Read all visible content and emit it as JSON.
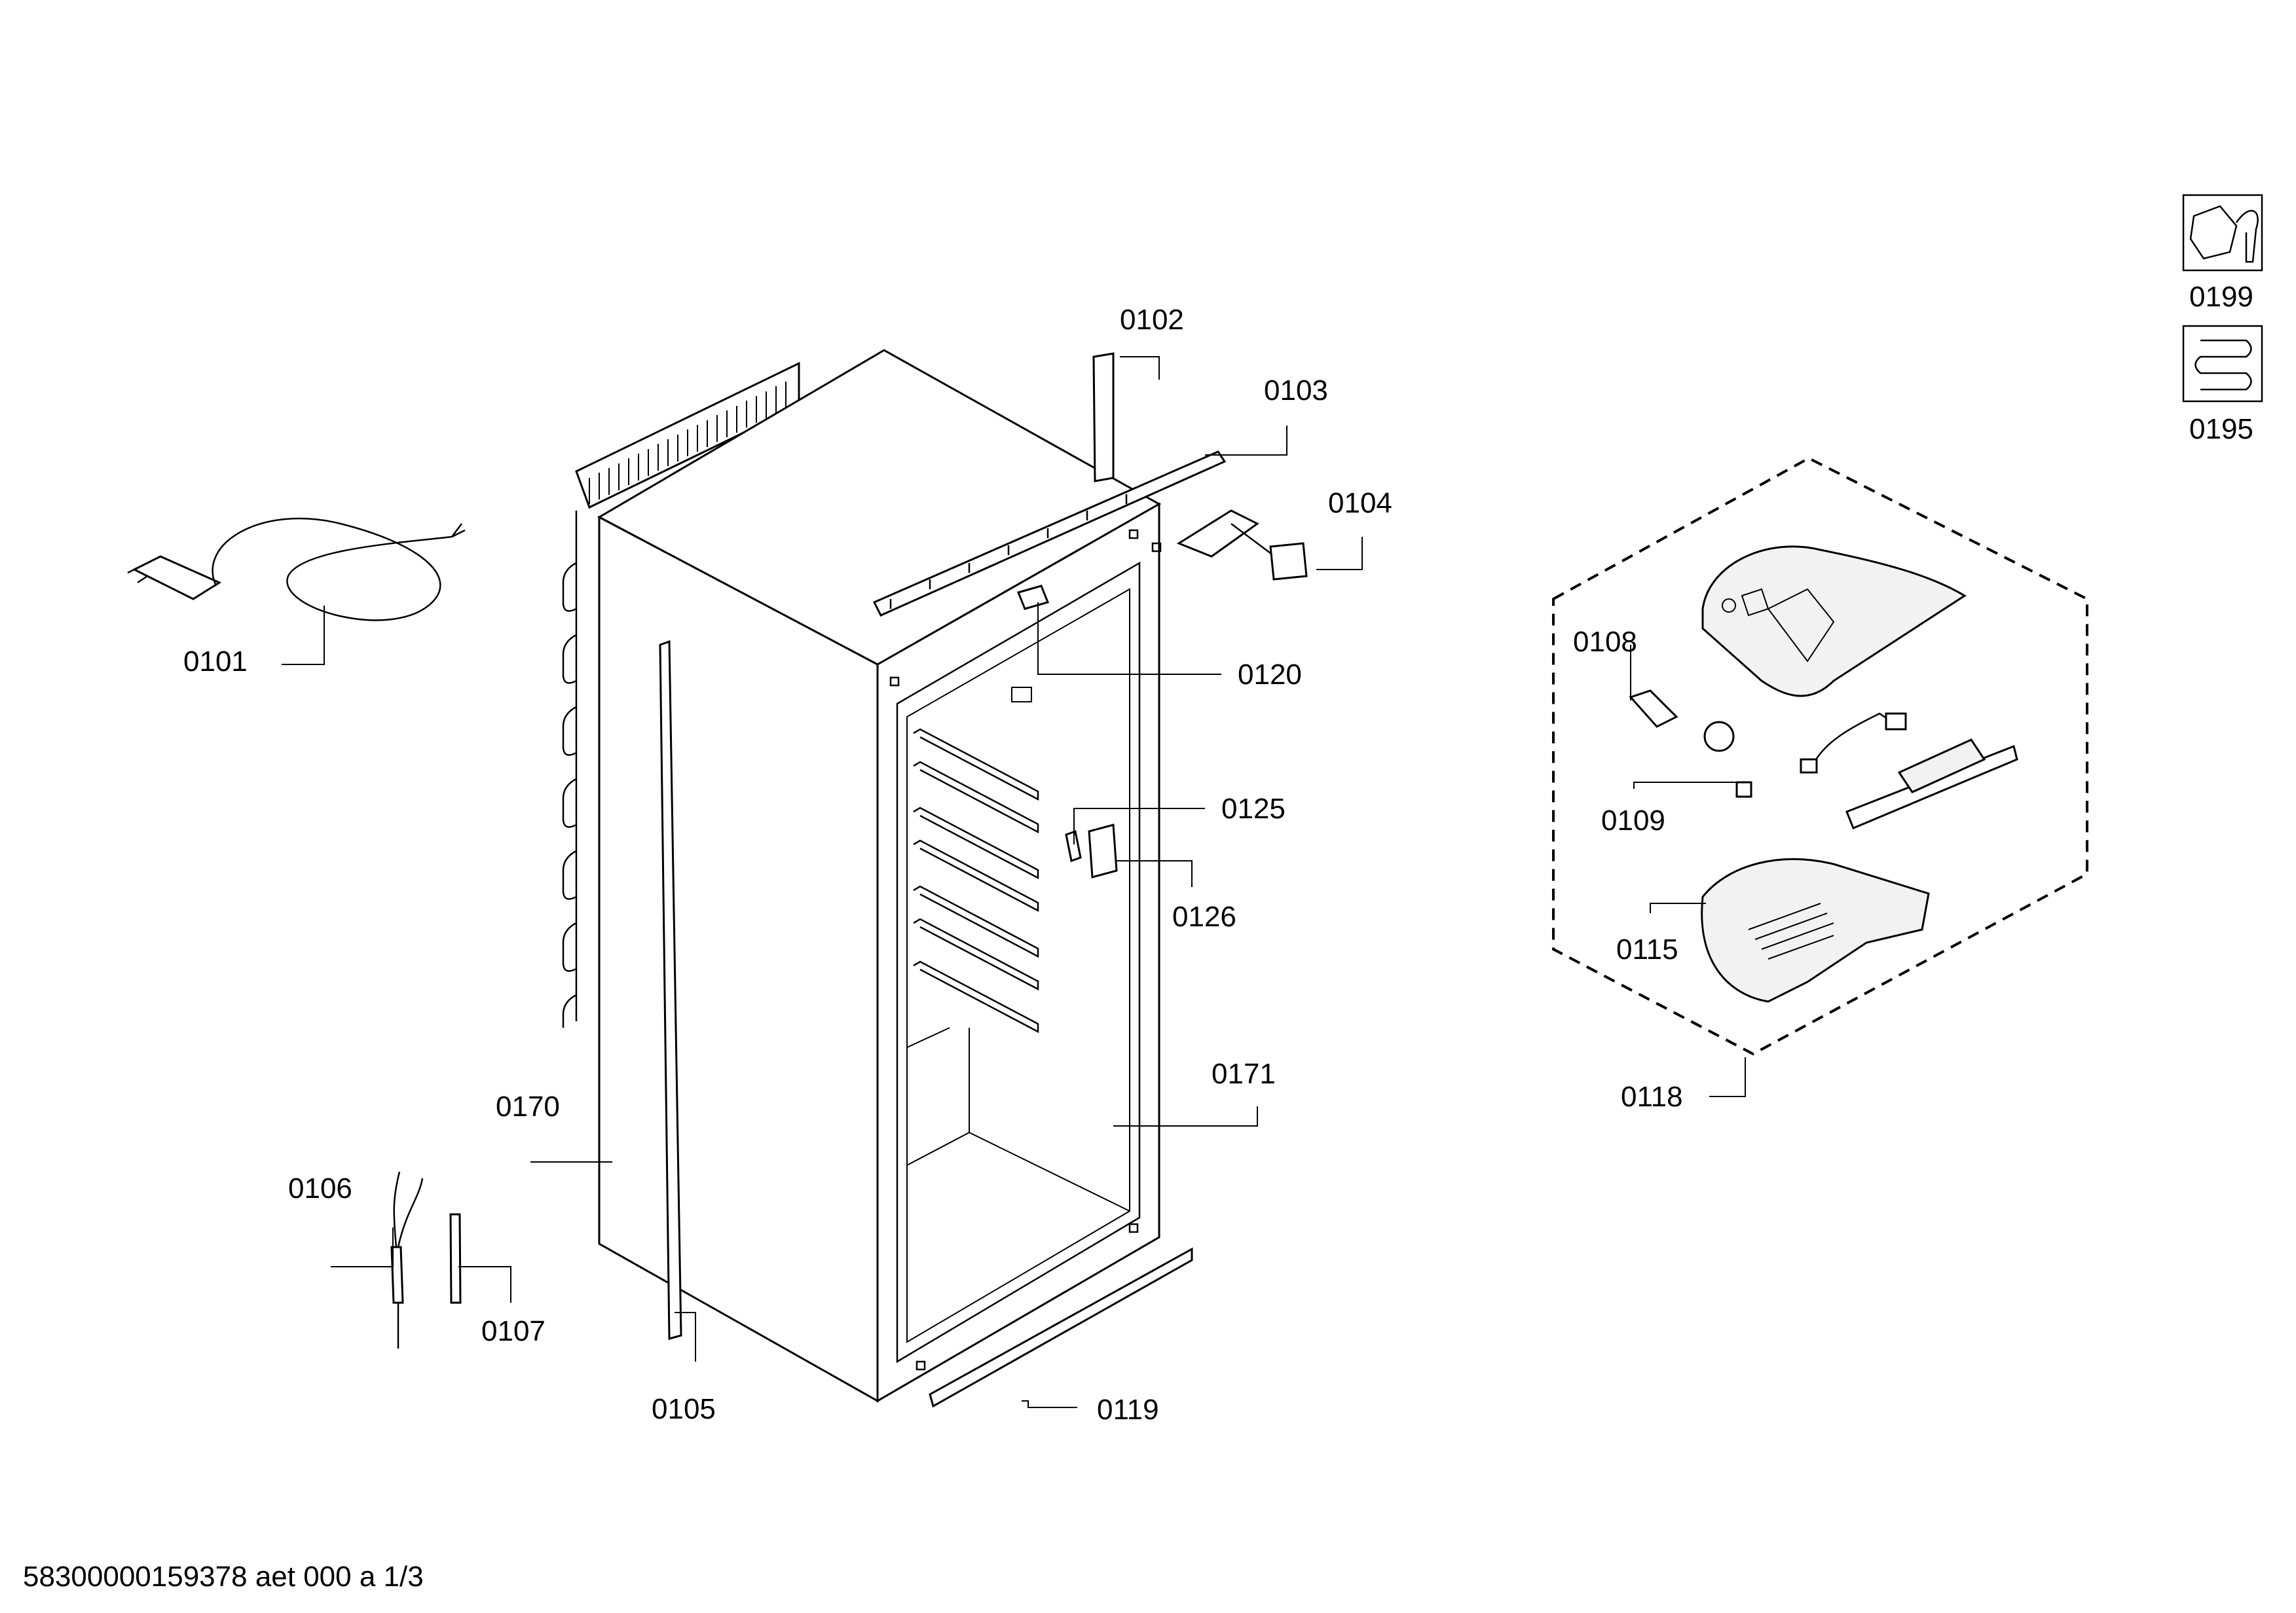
{
  "diagram": {
    "callouts": {
      "c0101": "0101",
      "c0102": "0102",
      "c0103": "0103",
      "c0104": "0104",
      "c0105": "0105",
      "c0106": "0106",
      "c0107": "0107",
      "c0108": "0108",
      "c0109": "0109",
      "c0115": "0115",
      "c0118": "0118",
      "c0119": "0119",
      "c0120": "0120",
      "c0125": "0125",
      "c0126": "0126",
      "c0170": "0170",
      "c0171": "0171",
      "c0195": "0195",
      "c0199": "0199"
    },
    "legend_icons": [
      "wrench-nut-icon",
      "heater-coil-icon"
    ]
  },
  "footer": {
    "document_code": "58300000159378 aet 000 a 1/3"
  }
}
